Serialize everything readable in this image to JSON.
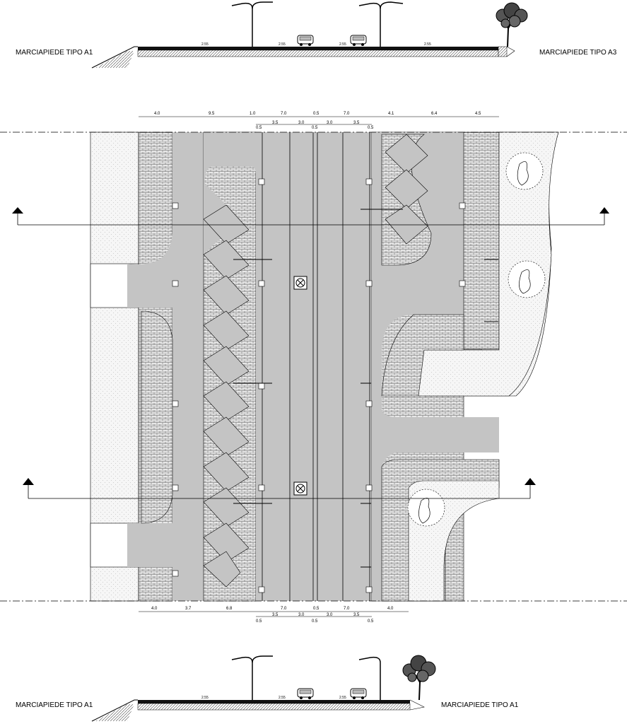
{
  "top_section": {
    "left_label": "MARCIAPIEDE TIPO A1",
    "right_label": "MARCIAPIEDE TIPO A3",
    "lane_labels": [
      "2.55",
      "2.55",
      "2.55",
      "2.55"
    ]
  },
  "bottom_section": {
    "left_label": "MARCIAPIEDE TIPO A1",
    "right_label": "MARCIAPIEDE TIPO A1",
    "lane_labels": [
      "2.55",
      "2.55",
      "2.55"
    ]
  },
  "plan": {
    "top_dims_row1": [
      "4.0",
      "9.5",
      "1.0",
      "7.0",
      "0.5",
      "7.0",
      "4.1",
      "6.4",
      "4.5"
    ],
    "top_dims_row2": [
      "0.5",
      "3.5",
      "3.0",
      "3.0",
      "3.5",
      "0.5"
    ],
    "top_dims_row2_mid": "0.5",
    "bottom_dims_row1": [
      "4.0",
      "3.7",
      "6.8",
      "7.0",
      "0.5",
      "7.0",
      "4.0"
    ],
    "bottom_dims_row2": [
      "0.5",
      "3.5",
      "3.0",
      "3.0",
      "3.5",
      "0.5"
    ],
    "bottom_dims_row2_mid": "0.5"
  },
  "colors": {
    "road": "#c4c4c4",
    "paving": "#e6e6e6",
    "verge": "#f4f4f4",
    "ink": "#000000"
  }
}
